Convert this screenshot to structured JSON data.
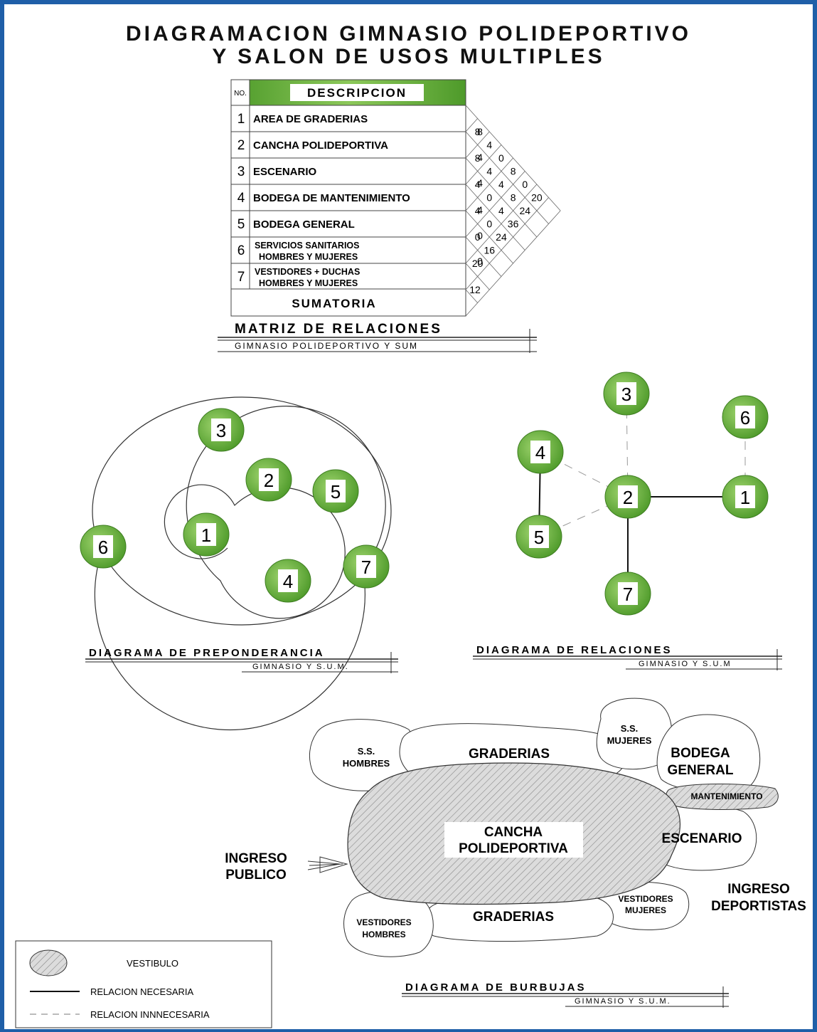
{
  "title": {
    "line1": "DIAGRAMACION GIMNASIO POLIDEPORTIVO",
    "line2": "Y SALON DE USOS MULTIPLES"
  },
  "matrix": {
    "col_no": "NO.",
    "col_desc": "DESCRIPCION",
    "rows": [
      {
        "num": "1",
        "lines": [
          "AREA DE GRADERIAS"
        ]
      },
      {
        "num": "2",
        "lines": [
          "CANCHA POLIDEPORTIVA"
        ]
      },
      {
        "num": "3",
        "lines": [
          "ESCENARIO"
        ]
      },
      {
        "num": "4",
        "lines": [
          "BODEGA DE MANTENIMIENTO"
        ]
      },
      {
        "num": "5",
        "lines": [
          "BODEGA GENERAL"
        ]
      },
      {
        "num": "6",
        "lines": [
          "SERVICIOS SANITARIOS",
          "HOMBRES Y MUJERES"
        ]
      },
      {
        "num": "7",
        "lines": [
          "VESTIDORES  + DUCHAS",
          "HOMBRES Y MUJERES"
        ]
      }
    ],
    "sum_label": "SUMATORIA",
    "pair_values": [
      [
        "1",
        "2",
        "8"
      ],
      [
        "1",
        "3",
        "4"
      ],
      [
        "1",
        "4",
        "0"
      ],
      [
        "1",
        "5",
        "8"
      ],
      [
        "1",
        "6",
        "0"
      ],
      [
        "1",
        "7",
        "20"
      ],
      [
        "2",
        "3",
        "8"
      ],
      [
        "2",
        "4",
        "4"
      ],
      [
        "2",
        "5",
        "4"
      ],
      [
        "2",
        "6",
        "8"
      ],
      [
        "2",
        "7",
        "24"
      ],
      [
        "3",
        "4",
        "4"
      ],
      [
        "3",
        "5",
        "0"
      ],
      [
        "3",
        "6",
        "4"
      ],
      [
        "3",
        "7",
        "36"
      ],
      [
        "4",
        "5",
        "4"
      ],
      [
        "4",
        "6",
        "0"
      ],
      [
        "4",
        "7",
        "24"
      ],
      [
        "5",
        "6",
        "0"
      ],
      [
        "5",
        "7",
        "16"
      ],
      [
        "6",
        "7",
        "20"
      ]
    ],
    "sum_values": [
      "8",
      "4",
      "4",
      "4",
      "0",
      "0",
      "12"
    ],
    "caption": "MATRIZ DE RELACIONES",
    "subcaption": "GIMNASIO POLIDEPORTIVO Y SUM"
  },
  "preponderancia": {
    "nodes": [
      "3",
      "2",
      "5",
      "1",
      "6",
      "4",
      "7"
    ],
    "caption": "DIAGRAMA DE PREPONDERANCIA",
    "subcaption": "GIMNASIO Y S.U.M."
  },
  "relaciones": {
    "nodes": [
      "3",
      "6",
      "4",
      "2",
      "1",
      "5",
      "7"
    ],
    "edges": [
      {
        "from": "2",
        "to": "1",
        "kind": "necesaria"
      },
      {
        "from": "2",
        "to": "7",
        "kind": "necesaria"
      },
      {
        "from": "4",
        "to": "5",
        "kind": "necesaria"
      },
      {
        "from": "2",
        "to": "3",
        "kind": "innecesaria"
      },
      {
        "from": "2",
        "to": "4",
        "kind": "innecesaria"
      },
      {
        "from": "2",
        "to": "5",
        "kind": "innecesaria"
      },
      {
        "from": "1",
        "to": "6",
        "kind": "innecesaria"
      }
    ],
    "caption": "DIAGRAMA DE RELACIONES",
    "subcaption": "GIMNASIO Y S.U.M"
  },
  "burbujas": {
    "labels": {
      "ss_hombres": [
        "S.S.",
        "HOMBRES"
      ],
      "graderias_top": "GRADERIAS",
      "ss_mujeres": [
        "S.S.",
        "MUJERES"
      ],
      "bodega_general": [
        "BODEGA",
        "GENERAL"
      ],
      "mantenimiento": "MANTENIMIENTO",
      "cancha": [
        "CANCHA",
        "POLIDEPORTIVA"
      ],
      "escenario": "ESCENARIO",
      "ingreso_publico": [
        "INGRESO",
        "PUBLICO"
      ],
      "ingreso_deportistas": [
        "INGRESO",
        "DEPORTISTAS"
      ],
      "vestidores_mujeres": [
        "VESTIDORES",
        "MUJERES"
      ],
      "graderias_bottom": "GRADERIAS",
      "vestidores_hombres": [
        "VESTIDORES",
        "HOMBRES"
      ]
    },
    "caption": "DIAGRAMA DE BURBUJAS",
    "subcaption": "GIMNASIO Y S.U.M."
  },
  "legend": {
    "vestibulo": "VESTIBULO",
    "necesaria": "RELACION NECESARIA",
    "innecesaria": "RELACION INNNECESARIA"
  },
  "colors": {
    "frame": "#1f5fa8",
    "node_green": "#6cb33f",
    "header_green": "#6cb33f"
  }
}
